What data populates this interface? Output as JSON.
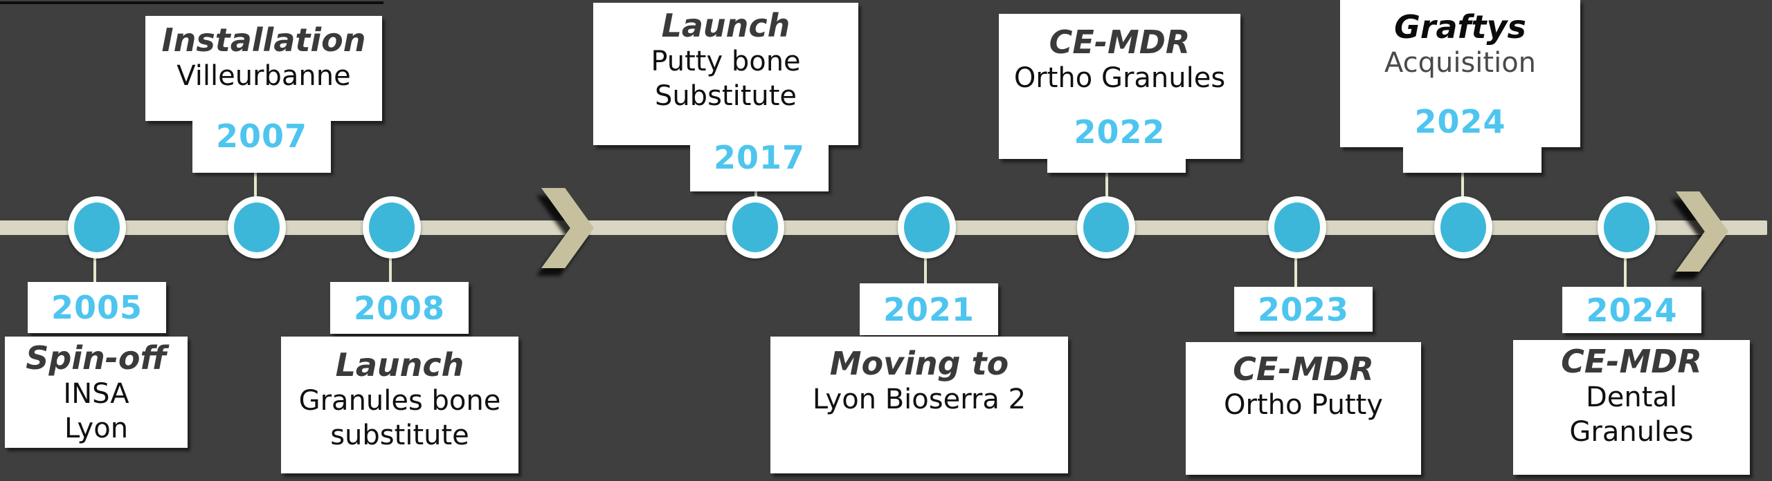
{
  "palette": {
    "background": "#3f3f3f",
    "bar": "#d9d6c3",
    "chevron": "#c6c09e",
    "dot_fill": "#3db7d9",
    "dot_ring": "#ffffff",
    "year_text": "#4dc5ef",
    "title_text": "#3a3a3a",
    "body_text": "#101010",
    "connector": "#e4e9cd",
    "card_background": "#ffffff",
    "graftys_title_text": "#0b0b0b",
    "graftys_subtitle_text": "#4a4a4a"
  },
  "icons": {
    "mid_arrow": "chevron-right-icon",
    "end_arrow": "chevron-right-icon"
  },
  "events": [
    {
      "year": "2005",
      "title": "Spin-off",
      "lines": [
        "INSA",
        "Lyon"
      ],
      "position": "below"
    },
    {
      "year": "2007",
      "title": "Installation",
      "lines": [
        "Villeurbanne"
      ],
      "position": "above"
    },
    {
      "year": "2008",
      "title": "Launch",
      "lines": [
        "Granules bone",
        "substitute"
      ],
      "position": "below"
    },
    {
      "year": "2017",
      "title": "Launch",
      "lines": [
        "Putty bone",
        "Substitute"
      ],
      "position": "above"
    },
    {
      "year": "2021",
      "title": "Moving to",
      "lines": [
        "Lyon Bioserra 2"
      ],
      "position": "below"
    },
    {
      "year": "2022",
      "title": "CE-MDR",
      "lines": [
        "Ortho Granules"
      ],
      "position": "above"
    },
    {
      "year": "2023",
      "title": "CE-MDR",
      "lines": [
        "Ortho Putty"
      ],
      "position": "below"
    },
    {
      "year": "2024",
      "title": "Graftys",
      "lines": [
        "Acquisition"
      ],
      "position": "above"
    },
    {
      "year": "2024",
      "title": "CE-MDR",
      "lines": [
        "Dental",
        "Granules"
      ],
      "position": "below"
    }
  ]
}
